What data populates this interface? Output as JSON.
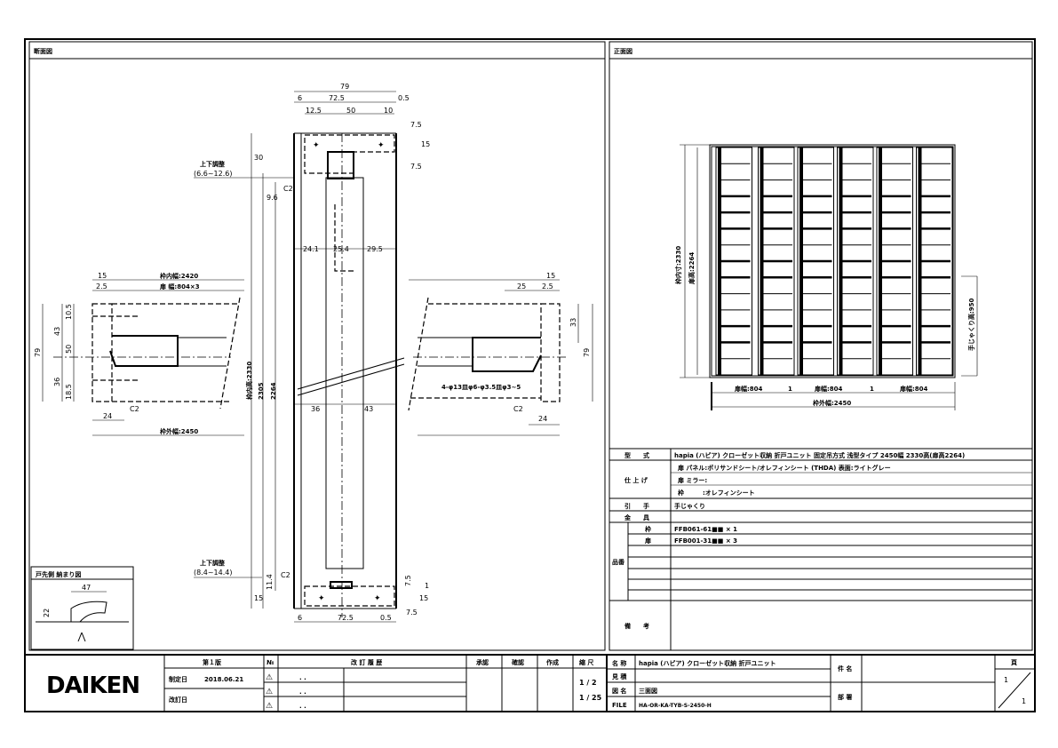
{
  "sheet": {
    "section_title": "断面図",
    "front_title": "正面図"
  },
  "section": {
    "top_dims": [
      "79",
      "6",
      "72.5",
      "0.5",
      "12.5",
      "50",
      "10",
      "7.5",
      "15",
      "7.5"
    ],
    "left_dims": [
      "30",
      "9.6",
      "C2",
      "24.1",
      "25.4",
      "29.5",
      "2330",
      "2305",
      "2264",
      "36",
      "43",
      "11.4",
      "C2",
      "15"
    ],
    "bottom_dims": [
      "6",
      "72.5",
      "0.5",
      "7.5",
      "1",
      "15",
      "7.5"
    ],
    "upper_note": [
      "上下調整",
      "(6.6~12.6)"
    ],
    "lower_note": [
      "上下調整",
      "(8.4~14.4)"
    ]
  },
  "plan_left": {
    "dims": [
      "15",
      "枠内幅:2420",
      "2.5",
      "扉 幅:804×3",
      "10.5",
      "43",
      "50",
      "79",
      "36",
      "18.5",
      "24",
      "C2",
      "枠外幅:2450",
      "枠内高:2330"
    ]
  },
  "plan_right": {
    "dims": [
      "15",
      "25",
      "2.5",
      "33",
      "79",
      "C2",
      "24"
    ],
    "note": "4-φ13皿φ6-φ3.5皿φ3~5"
  },
  "detail_box": {
    "title": "戸先側 納まり図",
    "dims": [
      "47",
      "22"
    ]
  },
  "front": {
    "height_outer": "枠内寸:2330",
    "height_door": "扉高:2264",
    "handle_height": "手じゃくり高:950",
    "door_widths": [
      "扉幅:804",
      "扉幅:804",
      "扉幅:804"
    ],
    "gaps": [
      "1",
      "1"
    ],
    "outer_width": "枠外幅:2450"
  },
  "spec": {
    "rows": [
      {
        "label": "型　　式",
        "value": "hapia (ハピア) クローゼット収納 折戸ユニット 固定吊方式 浅型タイプ 2450幅 2330高(扉高2264)"
      },
      {
        "label": "仕 上 げ",
        "values": [
          "扉 パネル:ポリサンドシート/オレフィンシート (THDA) 表面:ライトグレー",
          "扉 ミラー:",
          "枠　　　:オレフィンシート"
        ]
      },
      {
        "label": "引　　手",
        "value": "手じゃくり"
      },
      {
        "label": "金　　具",
        "value": ""
      },
      {
        "label": "品番",
        "items": [
          {
            "label": "枠",
            "value": "FFB061-61■■ × 1"
          },
          {
            "label": "扉",
            "value": "FFB001-31■■ × 3"
          }
        ]
      },
      {
        "label": "備　　考",
        "value": ""
      }
    ]
  },
  "title_block": {
    "logo": "DAIKEN",
    "edition": "第１版",
    "established_label": "制定日",
    "established_date": "2018.06.21",
    "revised_label": "改訂日",
    "no_label": "№",
    "revision_header": "改 訂 履 歴",
    "revision_dates": [
      ". .",
      ". .",
      ". ."
    ],
    "approve": "承認",
    "check": "確認",
    "create": "作成",
    "scale_label": "縮 尺",
    "scales": [
      "1 / 2",
      "1 / 25"
    ],
    "name_label": "名 称",
    "name_value": "hapia (ハピア) クローゼット収納 折戸ユニット",
    "spec_label": "見 積",
    "drawing_label": "図 名",
    "drawing_value": "三面図",
    "file_label": "FILE",
    "file_value": "HA-OR-KA-TYB-S-2450-H",
    "project_label": "件 名",
    "dept_label": "部 署",
    "page_label": "頁",
    "page_current": "1",
    "page_total": "1"
  }
}
